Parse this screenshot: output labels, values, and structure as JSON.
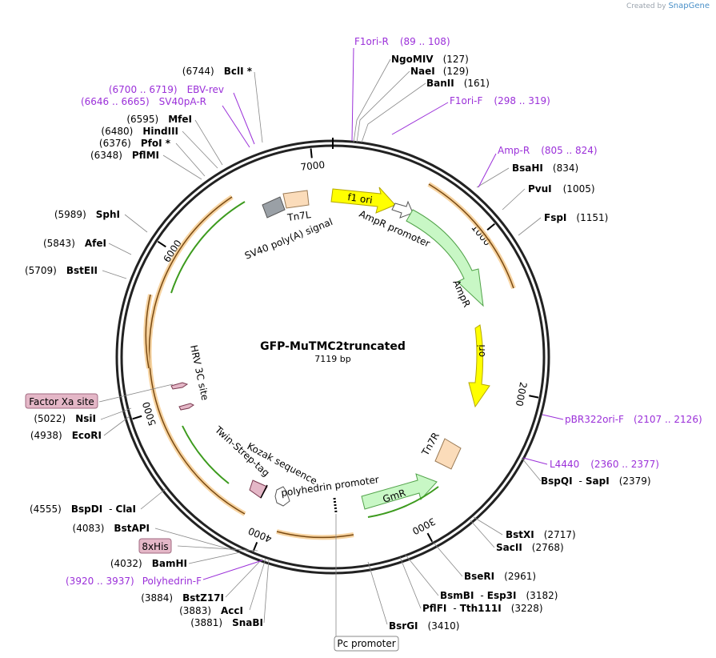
{
  "credit": {
    "prefix": "Created by",
    "brand": "SnapGene"
  },
  "plasmid": {
    "name": "GFP-MuTMC2truncated",
    "size_label": "7119 bp",
    "total_bp": 7119
  },
  "ticks": [
    {
      "bp": 1000,
      "label": "1000"
    },
    {
      "bp": 2000,
      "label": "2000"
    },
    {
      "bp": 3000,
      "label": "3000"
    },
    {
      "bp": 4000,
      "label": "4000"
    },
    {
      "bp": 5000,
      "label": "5000"
    },
    {
      "bp": 6000,
      "label": "6000"
    },
    {
      "bp": 7000,
      "label": "7000"
    }
  ],
  "sites": [
    {
      "name": "NgoMIV",
      "pos": "(127)"
    },
    {
      "name": "NaeI",
      "pos": "(129)"
    },
    {
      "name": "BanII",
      "pos": "(161)"
    },
    {
      "name": "BsaHI",
      "pos": "(834)"
    },
    {
      "name": "PvuI",
      "pos": "(1005)"
    },
    {
      "name": "FspI",
      "pos": "(1151)"
    },
    {
      "name": "BspQI",
      "name2": "SapI",
      "pos": "(2379)"
    },
    {
      "name": "BstXI",
      "pos": "(2717)"
    },
    {
      "name": "SacII",
      "pos": "(2768)"
    },
    {
      "name": "BseRI",
      "pos": "(2961)"
    },
    {
      "name": "BsmBI",
      "name2": "Esp3I",
      "pos": "(3182)"
    },
    {
      "name": "PflFI",
      "name2": "Tth111I",
      "pos": "(3228)"
    },
    {
      "name": "BsrGI",
      "pos": "(3410)"
    },
    {
      "name": "SnaBI",
      "pos": "(3881)"
    },
    {
      "name": "AccI",
      "pos": "(3883)"
    },
    {
      "name": "BstZ17I",
      "pos": "(3884)"
    },
    {
      "name": "BamHI",
      "pos": "(4032)"
    },
    {
      "name": "BstAPI",
      "pos": "(4083)"
    },
    {
      "name": "BspDI",
      "name2": "ClaI",
      "pos": "(4555)"
    },
    {
      "name": "EcoRI",
      "pos": "(4938)"
    },
    {
      "name": "NsiI",
      "pos": "(5022)"
    },
    {
      "name": "BstEII",
      "pos": "(5709)"
    },
    {
      "name": "AfeI",
      "pos": "(5843)"
    },
    {
      "name": "SphI",
      "pos": "(5989)"
    },
    {
      "name": "PflMI",
      "pos": "(6348)"
    },
    {
      "name": "PfoI *",
      "pos": "(6376)"
    },
    {
      "name": "HindIII",
      "pos": "(6480)"
    },
    {
      "name": "MfeI",
      "pos": "(6595)"
    },
    {
      "name": "BclI *",
      "pos": "(6744)"
    }
  ],
  "primers": [
    {
      "name": "F1ori-R",
      "range": "(89 .. 108)"
    },
    {
      "name": "F1ori-F",
      "range": "(298 .. 319)"
    },
    {
      "name": "Amp-R",
      "range": "(805 .. 824)"
    },
    {
      "name": "pBR322ori-F",
      "range": "(2107 .. 2126)"
    },
    {
      "name": "L4440",
      "range": "(2360 .. 2377)"
    },
    {
      "name": "Polyhedrin-F",
      "range": "(3920 .. 3937)"
    },
    {
      "name": "SV40pA-R",
      "range": "(6646 .. 6665)"
    },
    {
      "name": "EBV-rev",
      "range": "(6700 .. 6719)"
    }
  ],
  "boxed_features": [
    {
      "name": "Factor Xa site"
    },
    {
      "name": "8xHis"
    },
    {
      "name": "Pc promoter"
    }
  ],
  "features": [
    {
      "name": "f1 ori"
    },
    {
      "name": "AmpR promoter"
    },
    {
      "name": "AmpR"
    },
    {
      "name": "ori"
    },
    {
      "name": "Tn7R"
    },
    {
      "name": "GmR"
    },
    {
      "name": "polyhedrin promoter"
    },
    {
      "name": "Kozak sequence"
    },
    {
      "name": "Twin-Strep-tag"
    },
    {
      "name": "HRV 3C site"
    },
    {
      "name": "SV40 poly(A) signal"
    },
    {
      "name": "Tn7L"
    }
  ],
  "colors": {
    "backbone": "#222222",
    "primer": "#9b30d9",
    "f1ori": "#ffff00",
    "ampr": "#c8f7c5",
    "tn7": "#fbdcba",
    "orf_outline": "#f5c98b",
    "orf_line": "#7a4a12",
    "green_line": "#3d9b1e",
    "boxed": "#e4b7c7",
    "sv40": "#9aa0a6"
  }
}
